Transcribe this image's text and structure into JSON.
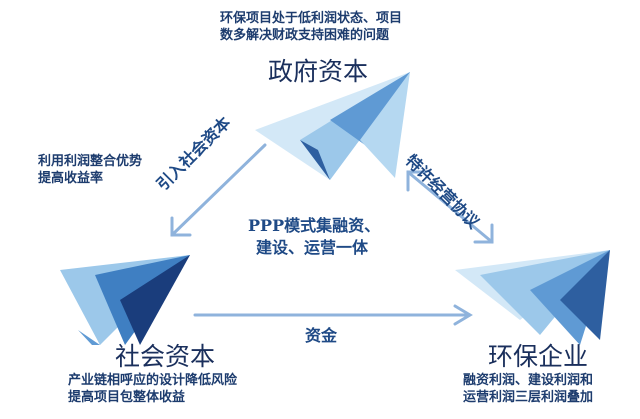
{
  "government": {
    "title": "政府资本",
    "note_lines": [
      "环保项目处于低利润状态、项目",
      "数多解决财政支持困难的问题"
    ]
  },
  "social": {
    "title": "社会资本",
    "note_lines": [
      "产业链相呼应的设计降低风险",
      "提高项目包整体收益"
    ]
  },
  "enterprise": {
    "title": "环保企业",
    "note_lines": [
      "融资利润、建设利润和",
      "运营利润三层利润叠加"
    ]
  },
  "left_note_lines": [
    "利用利润整合优势",
    "提高收益率"
  ],
  "center_lines": [
    "PPP模式集融资、",
    "建设、运营一体"
  ],
  "arrows": {
    "left": "引入社会资本",
    "right": "特许经营协议",
    "bottom": "资金"
  },
  "colors": {
    "dark": "#1a3d7c",
    "mid": "#3f7fc2",
    "light": "#9cc8ea",
    "pale": "#d3e8f7"
  }
}
